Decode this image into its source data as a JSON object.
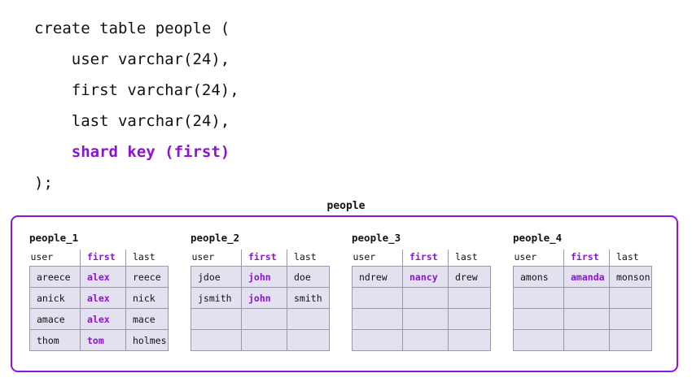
{
  "sql": {
    "lines": [
      {
        "text": "create table people (",
        "highlight": false
      },
      {
        "text": "    user varchar(24),",
        "highlight": false
      },
      {
        "text": "    first varchar(24),",
        "highlight": false
      },
      {
        "text": "    last varchar(24),",
        "highlight": false
      },
      {
        "text": "    shard key (first)",
        "highlight": true
      },
      {
        "text": ");",
        "highlight": false
      }
    ]
  },
  "diagram": {
    "title": "people",
    "accent_color": "#9013d9",
    "cell_fill": "#e3e1f0",
    "cell_border": "#9a98a8",
    "columns": [
      "user",
      "first",
      "last"
    ],
    "shard_key_column": "first",
    "shards": [
      {
        "label": "people_1",
        "rows": [
          [
            "areece",
            "alex",
            "reece"
          ],
          [
            "anick",
            "alex",
            "nick"
          ],
          [
            "amace",
            "alex",
            "mace"
          ],
          [
            "thom",
            "tom",
            "holmes"
          ]
        ]
      },
      {
        "label": "people_2",
        "rows": [
          [
            "jdoe",
            "john",
            "doe"
          ],
          [
            "jsmith",
            "john",
            "smith"
          ],
          [
            "",
            "",
            ""
          ],
          [
            "",
            "",
            ""
          ]
        ]
      },
      {
        "label": "people_3",
        "rows": [
          [
            "ndrew",
            "nancy",
            "drew"
          ],
          [
            "",
            "",
            ""
          ],
          [
            "",
            "",
            ""
          ],
          [
            "",
            "",
            ""
          ]
        ]
      },
      {
        "label": "people_4",
        "rows": [
          [
            "amons",
            "amanda",
            "monson"
          ],
          [
            "",
            "",
            ""
          ],
          [
            "",
            "",
            ""
          ],
          [
            "",
            "",
            ""
          ]
        ]
      }
    ]
  }
}
